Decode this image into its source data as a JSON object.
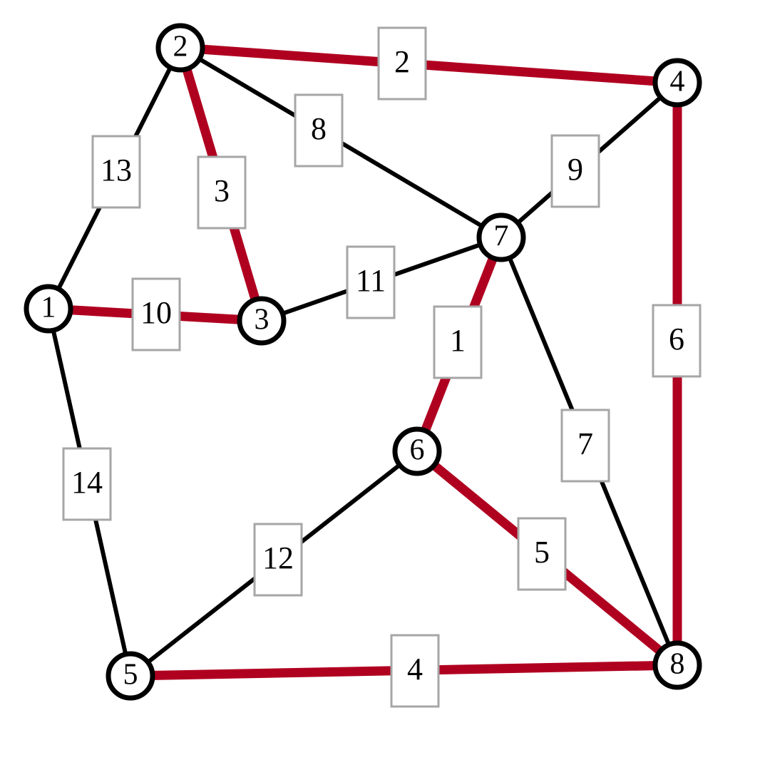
{
  "graph": {
    "colors": {
      "mst_edge": "#b00020",
      "edge": "#000000",
      "node_stroke": "#000000",
      "weight_box_stroke": "#a6a6a6"
    },
    "nodes": [
      {
        "id": "1",
        "label": "1"
      },
      {
        "id": "2",
        "label": "2"
      },
      {
        "id": "3",
        "label": "3"
      },
      {
        "id": "4",
        "label": "4"
      },
      {
        "id": "5",
        "label": "5"
      },
      {
        "id": "6",
        "label": "6"
      },
      {
        "id": "7",
        "label": "7"
      },
      {
        "id": "8",
        "label": "8"
      }
    ],
    "edges": [
      {
        "from": "2",
        "to": "4",
        "weight": "2",
        "highlighted": true
      },
      {
        "from": "2",
        "to": "3",
        "weight": "3",
        "highlighted": true
      },
      {
        "from": "1",
        "to": "3",
        "weight": "10",
        "highlighted": true
      },
      {
        "from": "7",
        "to": "6",
        "weight": "1",
        "highlighted": true
      },
      {
        "from": "6",
        "to": "8",
        "weight": "5",
        "highlighted": true
      },
      {
        "from": "5",
        "to": "8",
        "weight": "4",
        "highlighted": true
      },
      {
        "from": "4",
        "to": "8",
        "weight": "6",
        "highlighted": true
      },
      {
        "from": "2",
        "to": "1",
        "weight": "13",
        "highlighted": false
      },
      {
        "from": "2",
        "to": "7",
        "weight": "8",
        "highlighted": false
      },
      {
        "from": "4",
        "to": "7",
        "weight": "9",
        "highlighted": false
      },
      {
        "from": "3",
        "to": "7",
        "weight": "11",
        "highlighted": false
      },
      {
        "from": "7",
        "to": "8",
        "weight": "7",
        "highlighted": false
      },
      {
        "from": "1",
        "to": "5",
        "weight": "14",
        "highlighted": false
      },
      {
        "from": "5",
        "to": "6",
        "weight": "12",
        "highlighted": false
      }
    ]
  }
}
